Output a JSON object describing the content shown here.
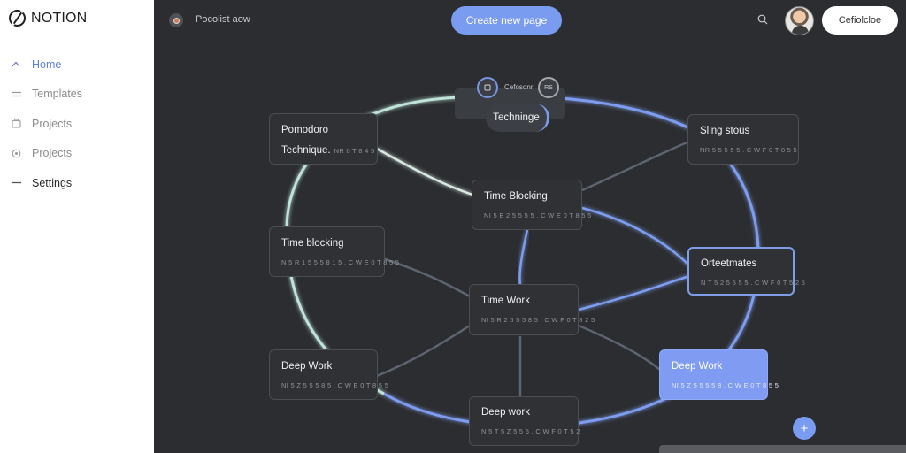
{
  "app": {
    "brand": "NOTION"
  },
  "sidebar": {
    "items": [
      {
        "label": "Home",
        "icon": "chevron-up-icon"
      },
      {
        "label": "Templates",
        "icon": "lines-icon"
      },
      {
        "label": "Projects",
        "icon": "folder-icon"
      },
      {
        "label": "Projects",
        "icon": "circle-icon"
      },
      {
        "label": "Settings",
        "icon": "dash-icon"
      }
    ]
  },
  "topbar": {
    "breadcrumb": "Pocolist aow",
    "create_button": "Create new page",
    "right_button": "Cefiolcloe"
  },
  "canvas": {
    "collaborators_label": "Cefosonr",
    "collaborator_badge": "RS",
    "technique_chip": "Techninge",
    "cards": [
      {
        "title": "Pomodoro",
        "subtitle": "Technique.",
        "meta": "NR 0 T 8 4 5"
      },
      {
        "title": "Sling stous",
        "meta": "NR 5 5 5 5 5 . C W F 0 T 8 5 5"
      },
      {
        "title": "Time Blocking",
        "meta": "NI 5 E 2 5 5 5 5 . C W E 0 T 8 5 5"
      },
      {
        "title": "Time blocking",
        "meta": "N 5 R 1 5 5 5 8 1 5 . C W E 0 T 8 5 5"
      },
      {
        "title": "Orteetmates",
        "meta": "N T 5 2 5 5 5 5 . C W F 0 T 5 2 5"
      },
      {
        "title": "Time Work",
        "meta": "NI 5 R 2 5 5 5 8 5 . C W F 0 T 8 2 5"
      },
      {
        "title": "Deep Work",
        "meta": "NI 5 Z 5 5 5 8 5 . C W E 0 T 8 5 5"
      },
      {
        "title": "Deep Work",
        "meta": "NI 5 Z 5 5 5 5 8 . C W E 0 T 8 5 5"
      },
      {
        "title": "Deep work",
        "meta": "N 5 T 5 Z 5 5 5 . C W F 0 T 5 2"
      }
    ]
  },
  "colors": {
    "accent": "#7a9cf0",
    "canvas_bg": "#2b2d30",
    "sidebar_bg": "#ffffff",
    "card_bg": "#2f3135",
    "highlight_card": "#7f9cf2"
  }
}
